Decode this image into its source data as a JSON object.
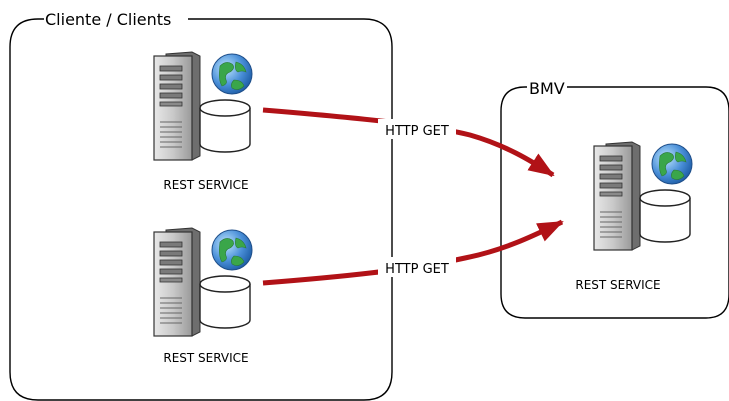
{
  "groups": {
    "clients": {
      "title": "Cliente / Clients"
    },
    "bmv": {
      "title": "BMV"
    }
  },
  "nodes": {
    "client_1": {
      "label": "REST SERVICE",
      "icon": "server-globe-database-icon"
    },
    "client_2": {
      "label": "REST SERVICE",
      "icon": "server-globe-database-icon"
    },
    "bmv_service": {
      "label": "REST SERVICE",
      "icon": "server-globe-database-icon"
    }
  },
  "edges": {
    "top": {
      "label": "HTTP GET"
    },
    "bottom": {
      "label": "HTTP GET"
    }
  },
  "colors": {
    "arrow": "#b11217",
    "server_body": "#c9c9c9",
    "globe": "#4a8fd8",
    "land": "#3aa64a"
  }
}
